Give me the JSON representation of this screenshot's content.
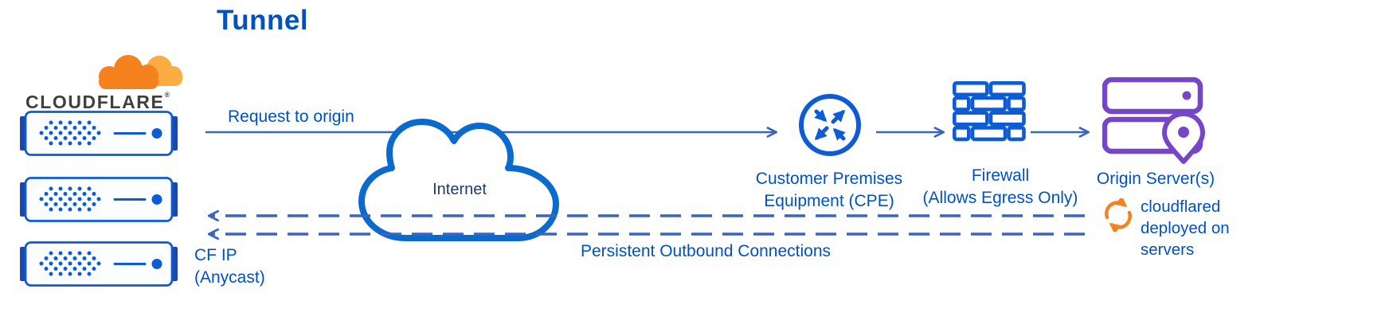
{
  "title": "Tunnel",
  "colors": {
    "text-blue": "#0051c3",
    "icon-blue": "#0d5cd5",
    "line-blue": "#3a64c0",
    "cloud-blue": "#0a6acd",
    "navy": "#1d3c6e",
    "orange": "#f6821f",
    "orange-light": "#fbad41",
    "purple": "#7546c8",
    "tab-blue": "#1e47ad",
    "wordmark-dark": "#3f3f41"
  },
  "logo": {
    "wordmark": "CLOUDFLARE",
    "registered": "®"
  },
  "nodes": {
    "cloudflare_servers": {
      "icon": "server-stack",
      "count": 3
    },
    "internet": {
      "label": "Internet"
    },
    "cpe": {
      "label": "Customer Premises\nEquipment (CPE)"
    },
    "firewall": {
      "label": "Firewall\n(Allows Egress Only)"
    },
    "origin": {
      "label": "Origin Server(s)"
    },
    "cloudflared": {
      "label": "cloudflared\ndeployed on\nservers"
    }
  },
  "edges": {
    "request": {
      "label": "Request to origin",
      "style": "solid",
      "direction": "right"
    },
    "persistent": {
      "label": "Persistent Outbound Connections",
      "style": "dashed",
      "direction": "left",
      "lines": 2
    },
    "cf_ip": {
      "label": "CF IP\n(Anycast)"
    }
  }
}
